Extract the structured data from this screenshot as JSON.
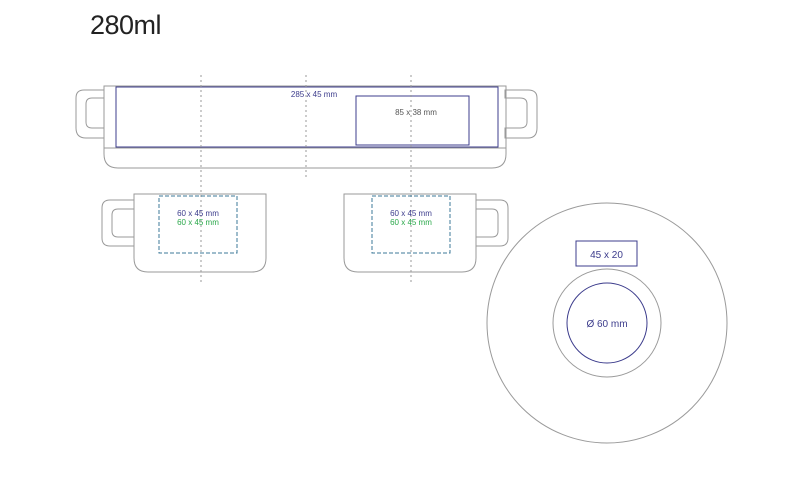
{
  "title": "280ml",
  "colors": {
    "outline": "#9a9a9a",
    "print_zone": "#3c3c8c",
    "accent_green": "#2aa84a",
    "text_gray": "#555555"
  },
  "panorama": {
    "wrap_label": "285 x 45 mm",
    "box_label": "85 x 38 mm"
  },
  "left_mug": {
    "label_primary": "60 x 45 mm",
    "label_secondary": "60 x 45 mm"
  },
  "right_mug": {
    "label_primary": "60 x 45 mm",
    "label_secondary": "60 x 45 mm"
  },
  "bottom_view": {
    "rect_label": "45 x 20",
    "circle_label": "Ø 60 mm"
  }
}
